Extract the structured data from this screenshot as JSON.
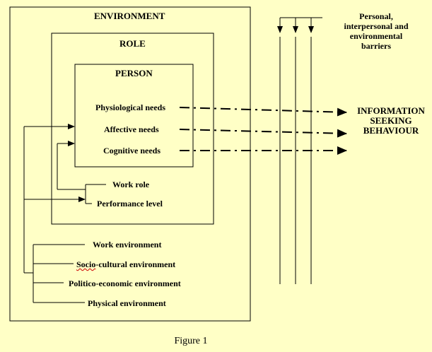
{
  "boxes": {
    "environment": "ENVIRONMENT",
    "role": "ROLE",
    "person": "PERSON"
  },
  "needs": {
    "physiological": "Physiological needs",
    "affective": "Affective needs",
    "cognitive": "Cognitive needs"
  },
  "role_items": {
    "work_role": "Work role",
    "performance_level": "Performance level"
  },
  "environment_items": {
    "work": "Work environment",
    "socio_prefix": "Socio",
    "socio_rest": "-cultural environment",
    "politico": "Politico-economic environment",
    "physical": "Physical environment"
  },
  "barriers": [
    "Personal,",
    "interpersonal and",
    "environmental",
    "barriers"
  ],
  "outcome": [
    "INFORMATION",
    "SEEKING",
    "BEHAVIOUR"
  ],
  "caption": "Figure 1",
  "colors": {
    "background": "#ffffc6",
    "spellcheck_underline": "#cc0000"
  }
}
